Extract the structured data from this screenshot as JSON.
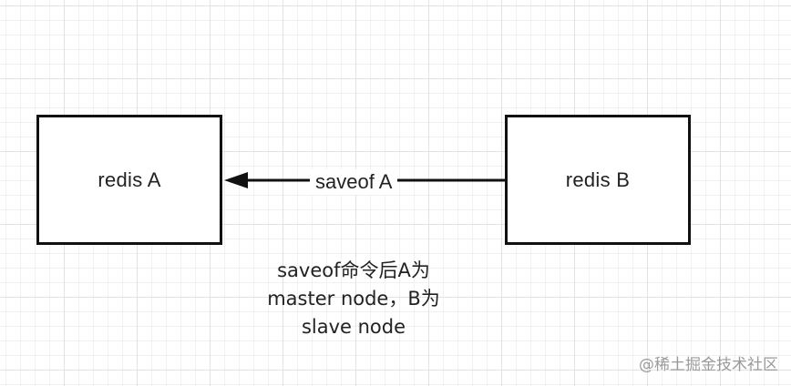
{
  "diagram": {
    "nodes": [
      {
        "id": "a",
        "label": "redis A"
      },
      {
        "id": "b",
        "label": "redis B"
      }
    ],
    "edge": {
      "from": "redis B",
      "to": "redis A",
      "label": "saveof A"
    },
    "note_lines": [
      "saveof命令后A为",
      "master node，B为",
      "slave node"
    ]
  },
  "watermark": "@稀土掘金技术社区",
  "colors": {
    "stroke": "#111111",
    "text": "#222222",
    "grid": "#e3e3e3",
    "watermark": "#9a9a9a"
  }
}
